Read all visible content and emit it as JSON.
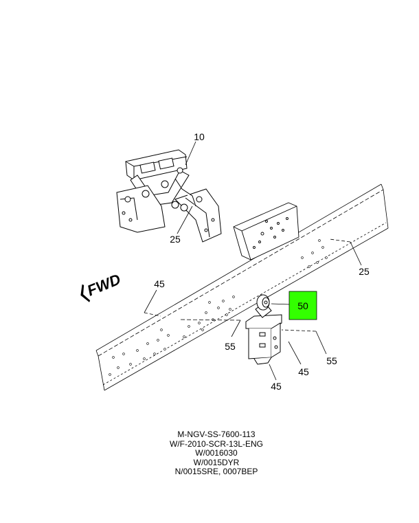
{
  "callouts": {
    "c10": "10",
    "c25_upper": "25",
    "c25_right": "25",
    "c45_upper": "45",
    "c50": "50",
    "c55_left": "55",
    "c55_right": "55",
    "c45_mid": "45",
    "c45_lower": "45"
  },
  "direction_label": "FWD",
  "highlight_color": "#33ff00",
  "caption_lines": [
    "M-NGV-SS-7600-113",
    "W/F-2010-SCR-13L-ENG",
    "W/0016030",
    "W/0015DYR",
    "N/0015SRE, 0007BEP"
  ]
}
